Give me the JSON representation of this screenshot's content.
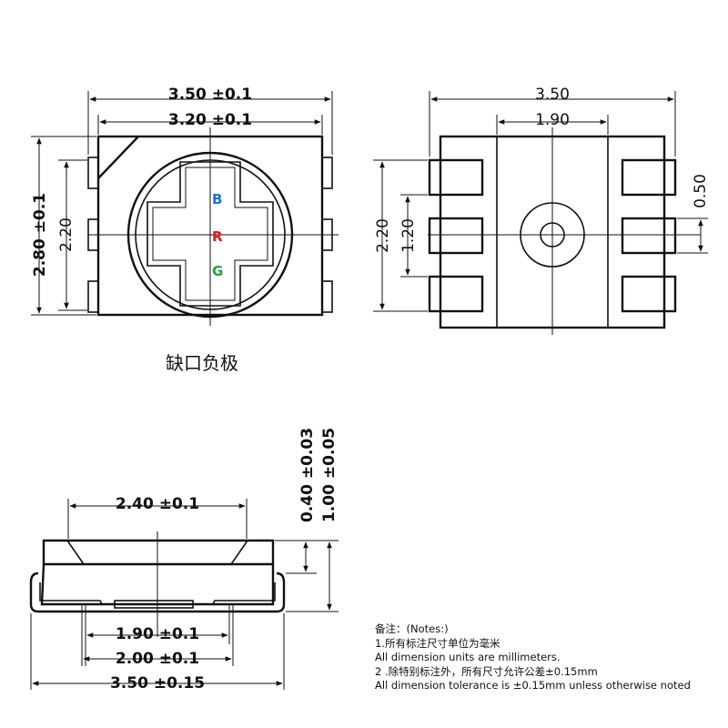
{
  "top_view": {
    "dim_width_outer": "3.50 ±0.1",
    "dim_width_inner": "3.20 ±0.1",
    "dim_height_outer": "2.80 ±0.1",
    "dim_height_inner": "2.20",
    "label_b": "B",
    "label_r": "R",
    "label_g": "G",
    "caption": "缺口负极",
    "colors": {
      "b": "#1f6fd1",
      "r": "#e8141b",
      "g": "#23a33a"
    }
  },
  "bottom_view": {
    "dim_width": "3.50",
    "dim_center": "1.90",
    "dim_height_outer": "2.20",
    "dim_height_inner": "1.20",
    "dim_pad": "0.50"
  },
  "side_view": {
    "dim_top": "2.40 ±0.1",
    "dim_thickness": "0.40 ±0.03",
    "dim_total_height": "1.00 ±0.05",
    "dim_bottom_1": "1.90 ±0.1",
    "dim_bottom_2": "2.00 ±0.1",
    "dim_bottom_3": "3.50 ±0.15"
  },
  "notes": {
    "title": "备注：(Notes:)",
    "line1": "1.所有标注尺寸单位为毫米",
    "line2": "All dimension units are millimeters.",
    "line3": "2 .除特别标注外，所有尺寸允许公差±0.15mm",
    "line4": "All dimension tolerance is ±0.15mm unless otherwise noted"
  }
}
